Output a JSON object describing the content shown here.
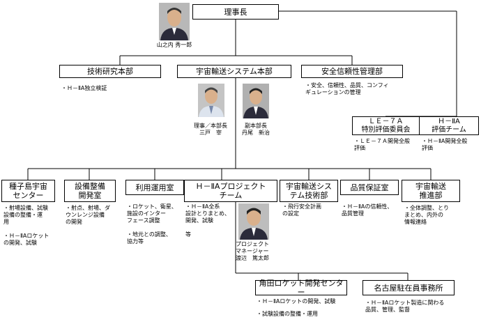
{
  "chairman": {
    "title": "理事長",
    "name": "山之内 秀一郎"
  },
  "hq_row": {
    "tech_research": {
      "label": "技術研究本部",
      "note": "・Ｈ－ⅡA独立検証"
    },
    "space_transport": {
      "label": "宇宙輸送システム本部"
    },
    "safety": {
      "label": "安全信頼性管理部",
      "note": "・安全、信頼性、品質、コンフィ\nギュレーションの管理"
    }
  },
  "executives": {
    "director_general": {
      "caption": "理事／本部長\n三戸　宰"
    },
    "deputy": {
      "caption": "副本部長\n丹尾　新治"
    }
  },
  "committees": {
    "le7a": {
      "label": "ＬＥ－７Ａ\n特別評価委員会",
      "note": "・ＬＥ－７Ａ開発全般\n評価"
    },
    "h2a_team": {
      "label": "Ｈ－ⅡA\n評価チーム",
      "note": "・Ｈ－ⅡA開発全般\n評価"
    }
  },
  "departments": [
    {
      "label": "種子島宇宙\nセンター",
      "note": "・射場設備、試験\n設備の整備・運\n用\n\n・Ｈ－ⅡAロケット\nの開発、試験"
    },
    {
      "label": "設備整備\n開発室",
      "note": "・射点、射場、ダ\nウンレンジ設備\nの開発"
    },
    {
      "label": "利用運用室",
      "note": "・ロケット、衛星、\n施設のインター\nフェース調整\n\n・地元との調整、\n協力等"
    },
    {
      "label": "Ｈ－ⅡAプロジェクト\nチーム",
      "note": "・Ｈ－ⅡA全系\n設計とりまとめ、\n開発、試験\n　　　　　　　　　等"
    },
    {
      "label": "宇宙輸送シス\nテム技術部",
      "note": "・飛行安全計画\nの設定"
    },
    {
      "label": "品質保証室",
      "note": "・Ｈ－ⅡAの信頼性、\n品質管理"
    },
    {
      "label": "宇宙輸送\n推進部",
      "note": "・全体調整、とり\nまとめ、内外の\n情報連絡"
    }
  ],
  "project_manager": {
    "caption": "プロジェクト\nマネージャー\n渡辺　篤太郎"
  },
  "sub_row": {
    "kakuda": {
      "label": "角田ロケット開発センター",
      "note": "・Ｈ－ⅡAロケットの開発、試験\n\n・試験設備の整備・運用"
    },
    "nagoya": {
      "label": "名古屋駐在員事務所",
      "note": "・Ｈ－ⅡAロケット製造に関わる\n品質、管理、監督"
    }
  },
  "colors": {
    "line": "#000000",
    "box_border": "#000000",
    "photo_bg": "#b8b8b8",
    "suit": "#2b2b3a",
    "skin": "#d9b08c"
  }
}
